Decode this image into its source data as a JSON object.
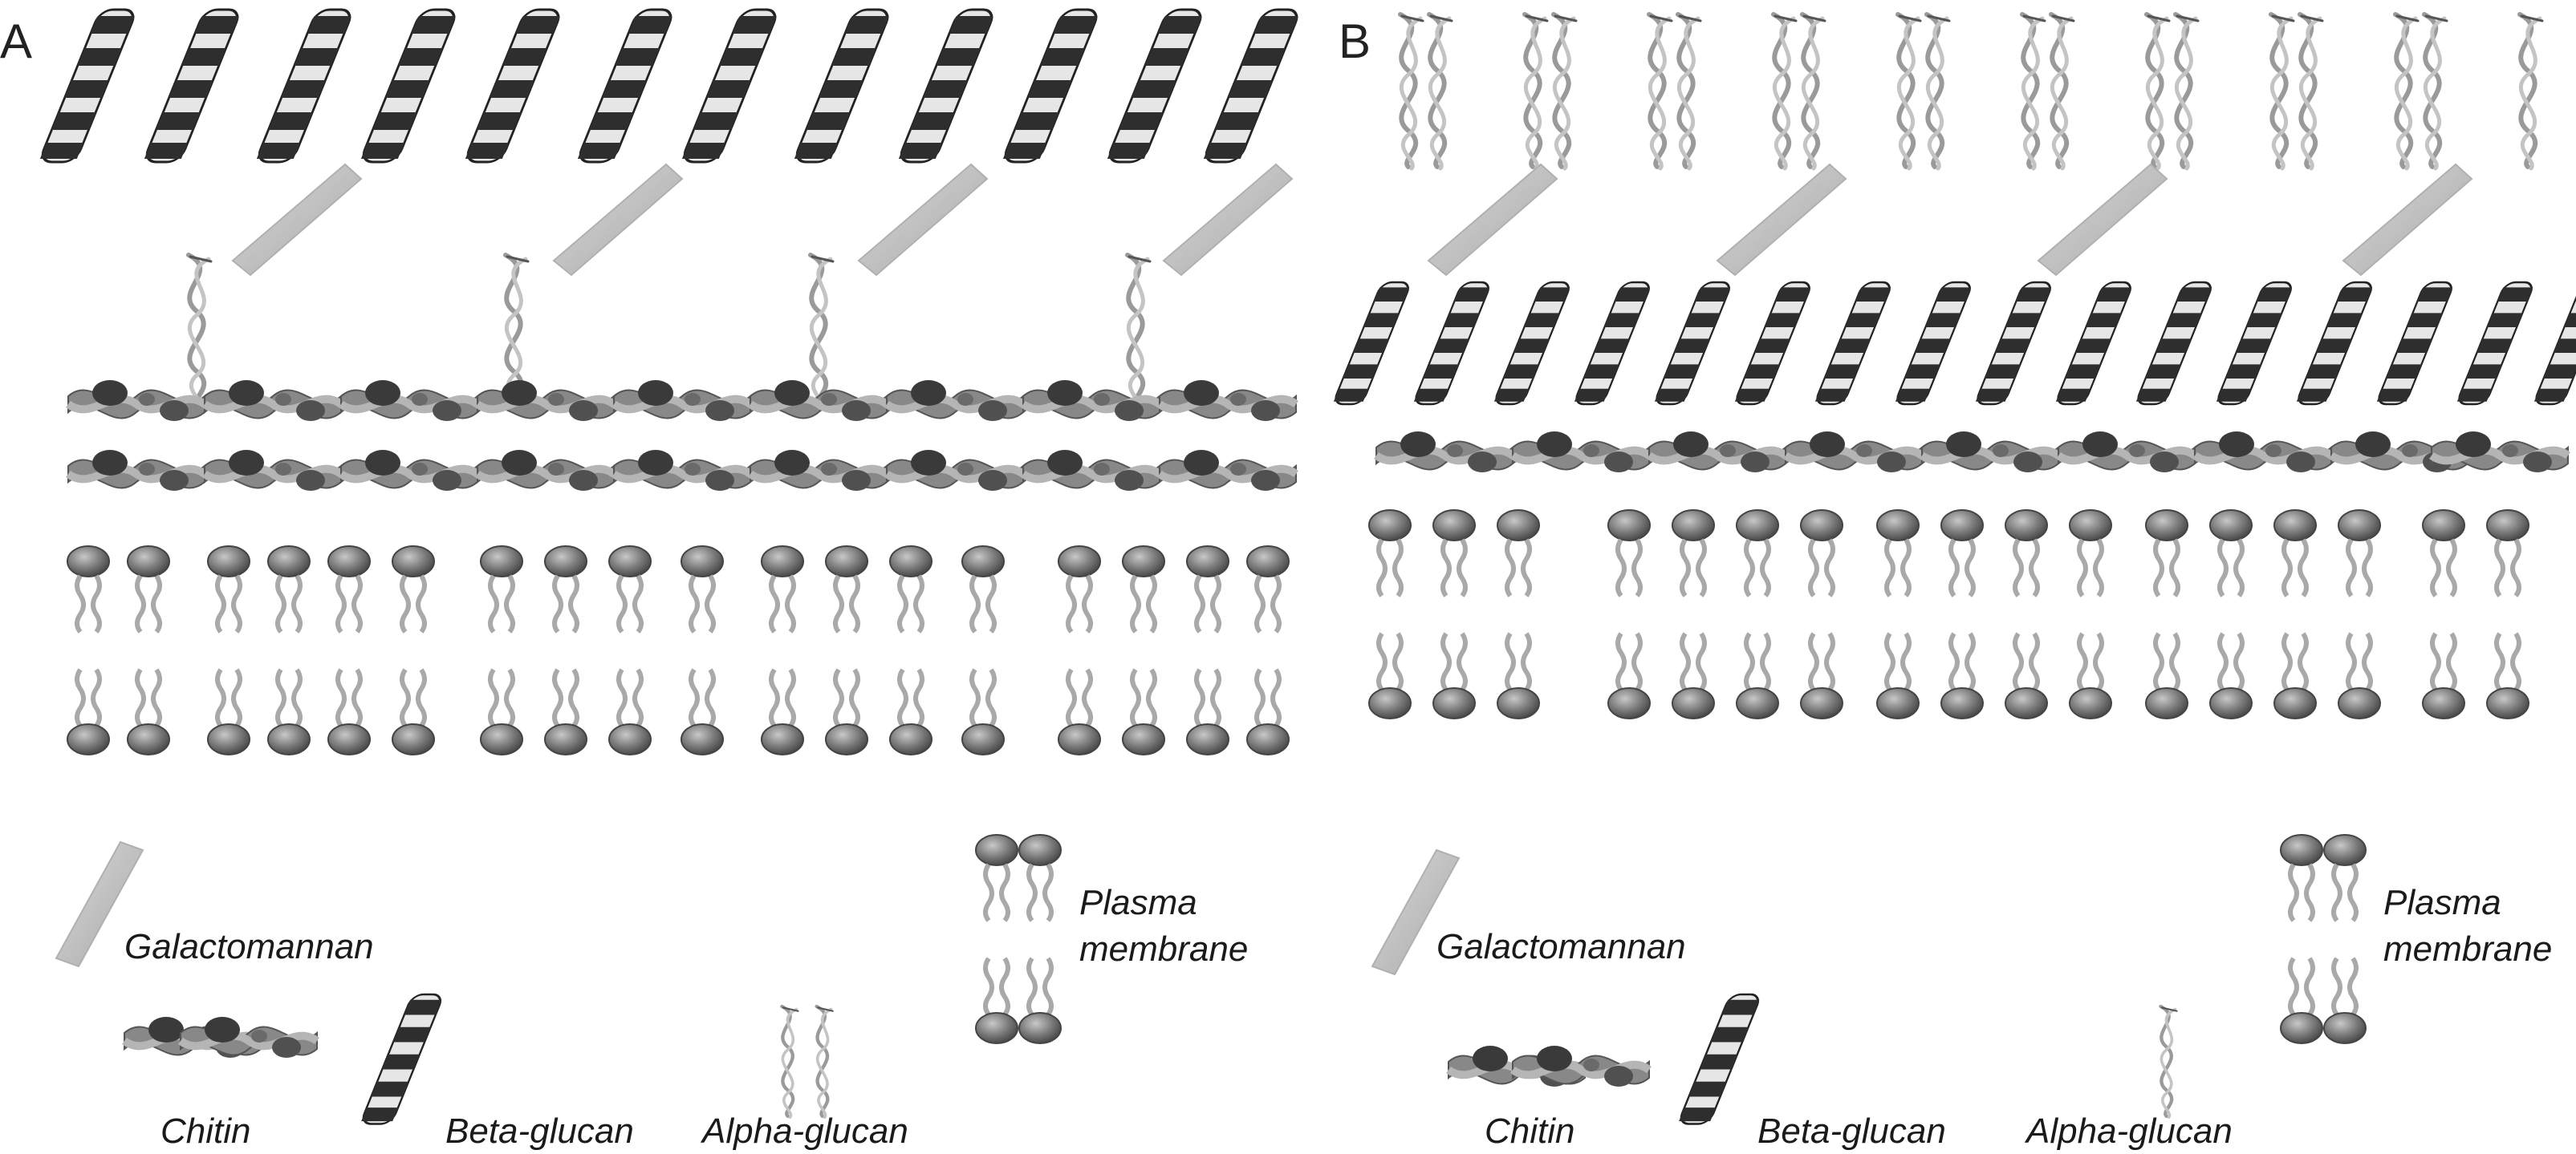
{
  "panels": [
    {
      "letter": "A",
      "layers_top_to_bottom": [
        "beta-glucan",
        "galactomannan",
        "alpha-glucan",
        "chitin",
        "chitin",
        "plasma-membrane"
      ],
      "legend": {
        "galactomannan": "Galactomannan",
        "plasma_membrane_line1": "Plasma",
        "plasma_membrane_line2": "membrane",
        "chitin": "Chitin",
        "beta_glucan": "Beta-glucan",
        "alpha_glucan": "Alpha-glucan"
      }
    },
    {
      "letter": "B",
      "layers_top_to_bottom": [
        "alpha-glucan",
        "galactomannan",
        "beta-glucan",
        "chitin",
        "plasma-membrane"
      ],
      "legend": {
        "galactomannan": "Galactomannan",
        "plasma_membrane_line1": "Plasma",
        "plasma_membrane_line2": "membrane",
        "chitin": "Chitin",
        "beta_glucan": "Beta-glucan",
        "alpha_glucan": "Alpha-glucan"
      }
    }
  ],
  "colors": {
    "membrane_head": "#7a7a7a",
    "membrane_tail": "#a9a9a9",
    "chitin_dark": "#3a3a3a",
    "chitin_mid": "#808080",
    "chitin_light": "#b0b0b0",
    "galactomannan": "#c2c2c2",
    "beta_glucan_dark": "#2e2e2e",
    "beta_glucan_light": "#e6e6e6",
    "alpha_glucan": "#9a9a9a"
  }
}
